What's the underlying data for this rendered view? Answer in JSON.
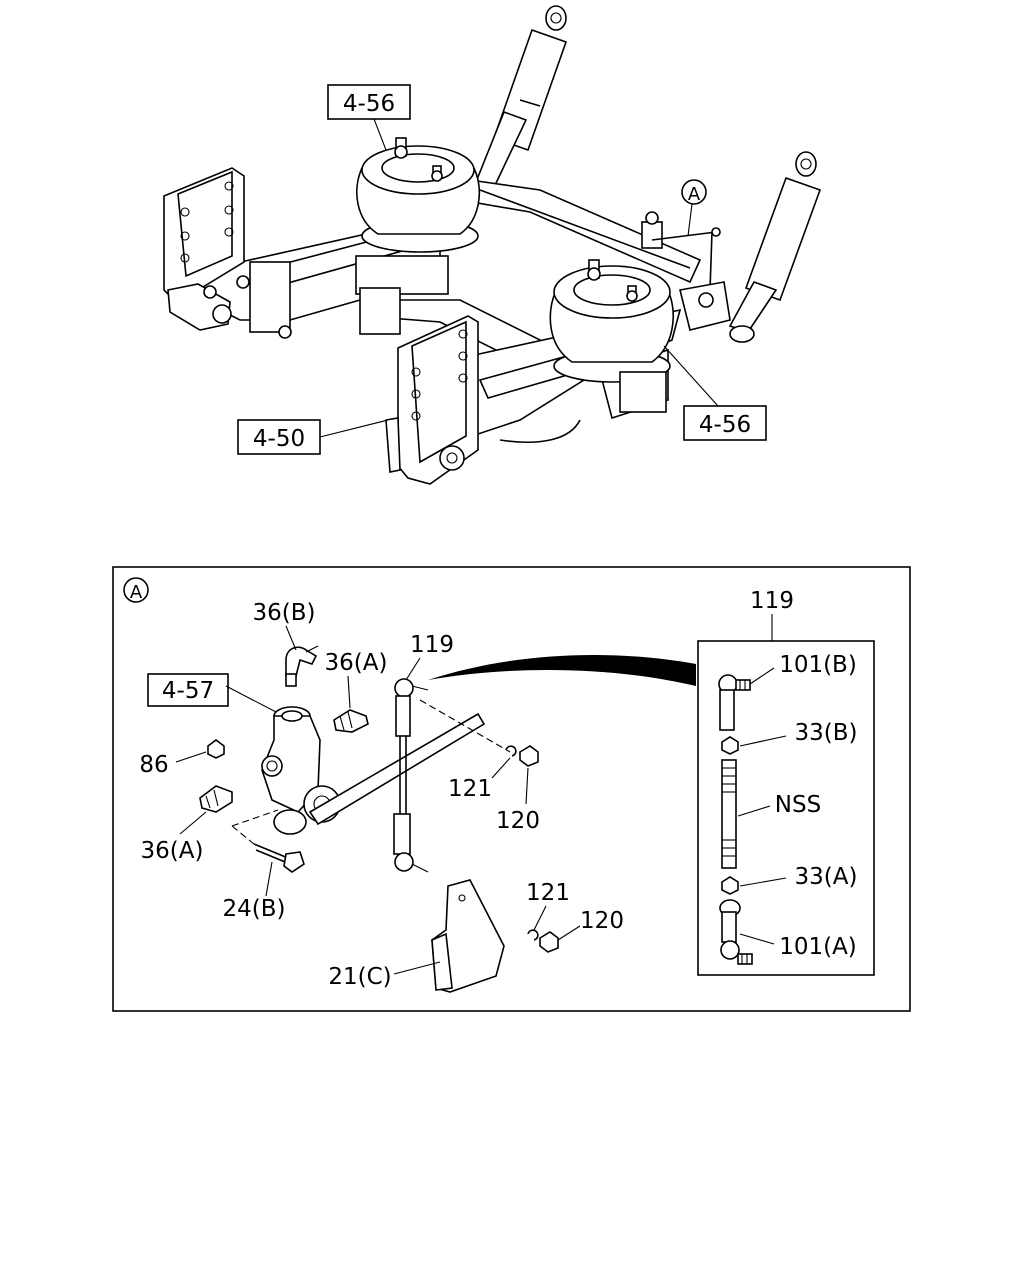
{
  "upper_assembly": {
    "callouts": {
      "air_spring_left": "4-56",
      "air_spring_right": "4-56",
      "spring_bracket": "4-50",
      "detail_marker": "A"
    }
  },
  "detail_a": {
    "marker": "A",
    "callouts": {
      "elbow_fitting": "36(B)",
      "valve_assembly": "4-57",
      "connector_upper": "36(A)",
      "rod_assembly": "119",
      "plug": "86",
      "clip_upper": "121",
      "nut_upper": "120",
      "connector_lower": "36(A)",
      "bolt": "24(B)",
      "clip_lower": "121",
      "nut_lower": "120",
      "bracket": "21(C)"
    },
    "inset": {
      "title": "119",
      "callouts": {
        "joint_upper": "101(B)",
        "nut_upper": "33(B)",
        "rod": "NSS",
        "nut_lower": "33(A)",
        "joint_lower": "101(A)"
      }
    }
  }
}
